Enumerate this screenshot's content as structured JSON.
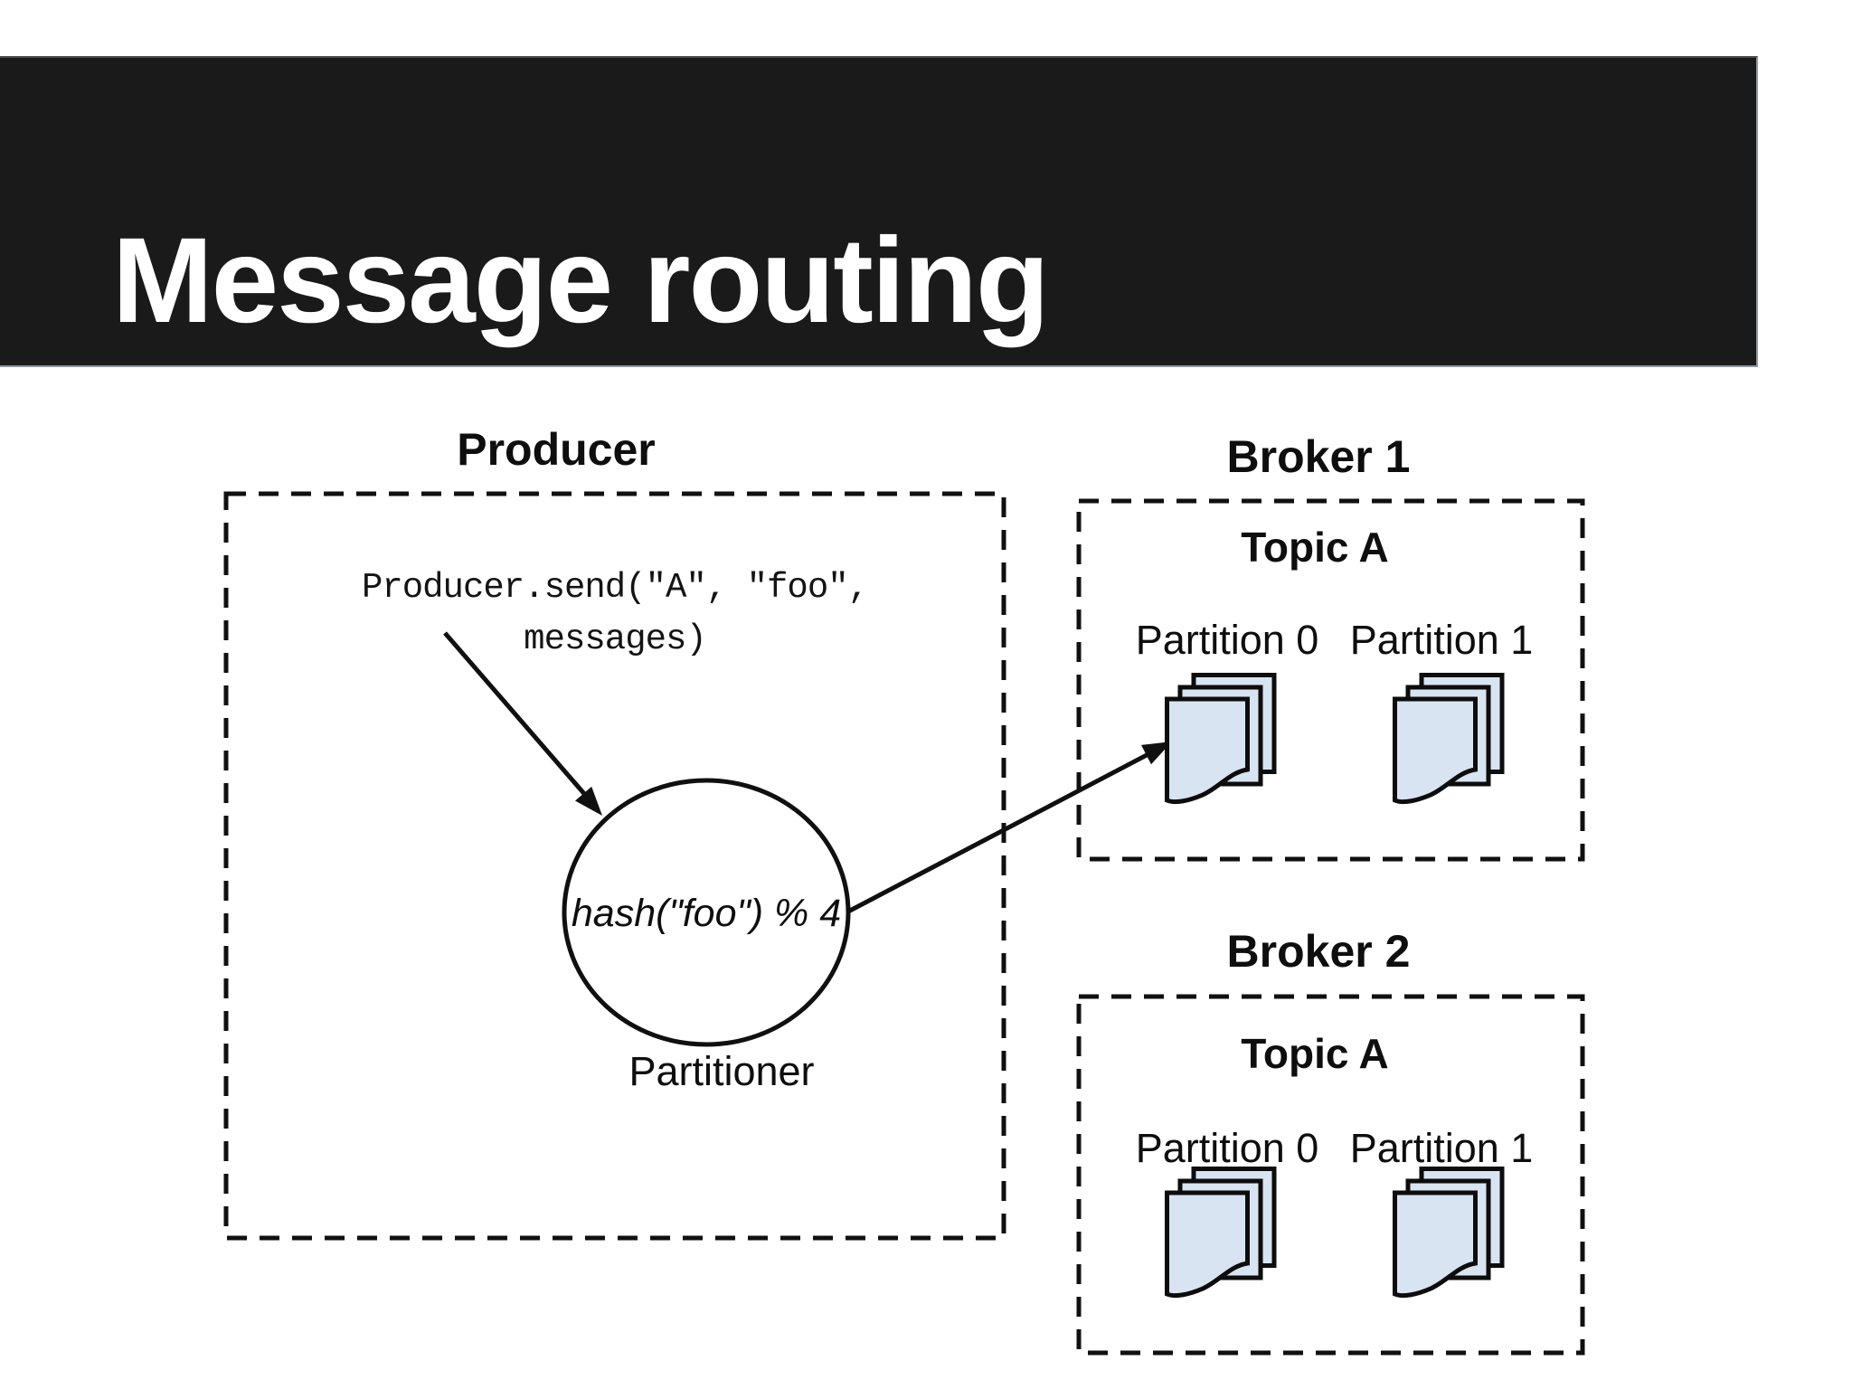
{
  "header": {
    "title": "Message routing"
  },
  "producer": {
    "title": "Producer",
    "code_line1": "Producer.send(\"A\", \"foo\",",
    "code_line2": "messages)",
    "hash_label": "hash(\"foo\") % 4",
    "partitioner_label": "Partitioner"
  },
  "brokers": [
    {
      "title": "Broker 1",
      "topic": "Topic A",
      "partitions": [
        "Partition 0",
        "Partition 1"
      ]
    },
    {
      "title": "Broker 2",
      "topic": "Topic A",
      "partitions": [
        "Partition 0",
        "Partition 1"
      ]
    }
  ],
  "colors": {
    "header_bg": "#1a1a1a",
    "header_text": "#ffffff",
    "document_fill": "#d9e4f2",
    "line": "#101010"
  }
}
